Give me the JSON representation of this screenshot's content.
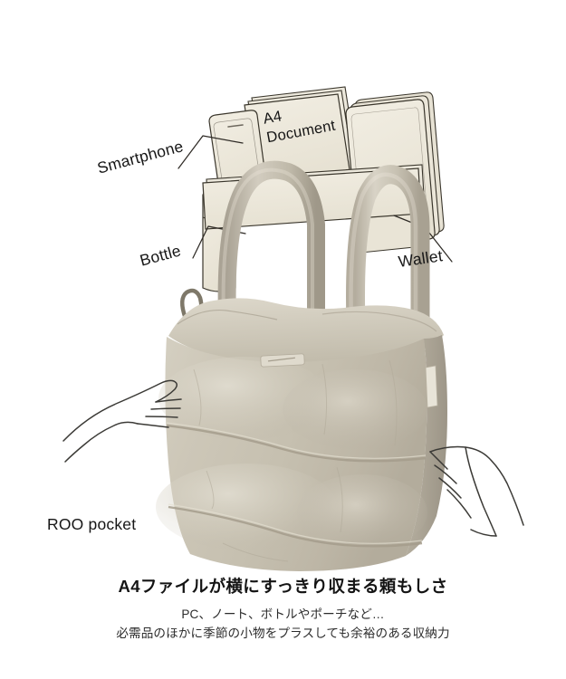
{
  "meta": {
    "background_color": "#ffffff",
    "bag_color": "#c9c3b4",
    "bag_highlight": "#dedace",
    "bag_shadow": "#a9a294",
    "paper_fill": "#efebdf",
    "paper_stroke": "#3a362c",
    "line_color": "#2f2b26",
    "text_color": "#161616"
  },
  "callouts": {
    "smartphone": "Smartphone",
    "bottle": "Bottle",
    "wallet": "Wallet",
    "roo_pocket": "ROO pocket",
    "a4_line1": "A4",
    "a4_line2": "Document"
  },
  "captions": {
    "headline": "A4ファイルが横にすっきり収まる頼もしさ",
    "subline1": "PC、ノート、ボトルやポーチなど…",
    "subline2": "必需品のほかに季節の小物をプラスしても余裕のある収納力"
  },
  "illustration": {
    "bag": "puffy-quilted-tote-bag",
    "handles": 2,
    "quilt_seams": 2,
    "hands": 2,
    "items": [
      "smartphone",
      "bottle",
      "a4-document-stack",
      "wallet"
    ]
  }
}
